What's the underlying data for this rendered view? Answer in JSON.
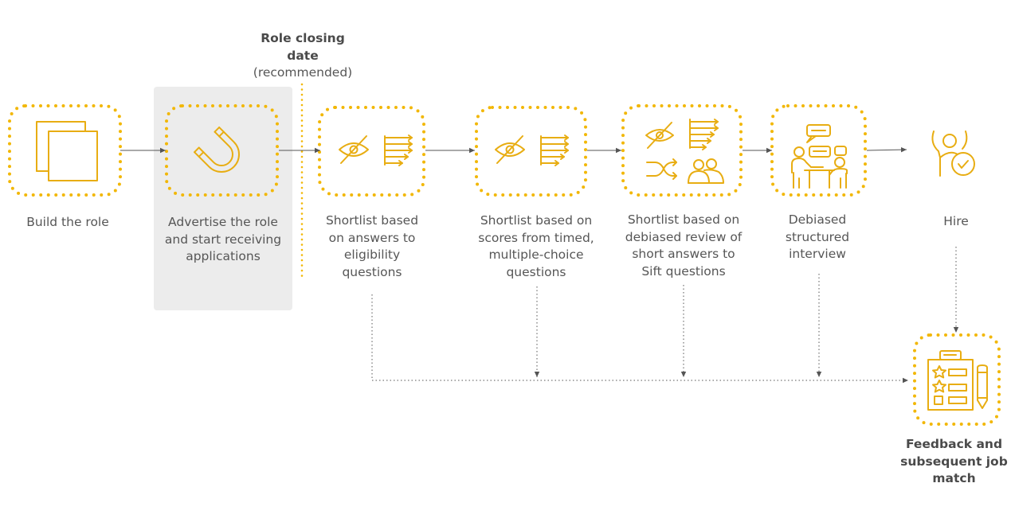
{
  "colors": {
    "accent": "#f2b705",
    "icon": "#e8ad12",
    "text": "#565656",
    "highlight_bg": "#ececec",
    "connector": "#555555"
  },
  "closing_date": {
    "title_line1": "Role closing",
    "title_line2": "date",
    "note": "(recommended)"
  },
  "steps": [
    {
      "lines": [
        "Build the role"
      ],
      "icon": "documents-icon"
    },
    {
      "lines": [
        "Advertise the role",
        "and start receiving",
        "applications"
      ],
      "icon": "magnet-icon"
    },
    {
      "lines": [
        "Shortlist based",
        "on answers to",
        "eligibility",
        "questions"
      ],
      "icon": "blind-sort-icon"
    },
    {
      "lines": [
        "Shortlist based on",
        "scores from timed,",
        "multiple-choice",
        "questions"
      ],
      "icon": "blind-sort-icon"
    },
    {
      "lines": [
        "Shortlist based on",
        "debiased review of",
        "short answers to",
        "Sift questions"
      ],
      "icon": "blind-sort-shuffle-group-icon"
    },
    {
      "lines": [
        "Debiased",
        "structured",
        "interview"
      ],
      "icon": "interview-icon"
    },
    {
      "lines": [
        "Hire"
      ],
      "icon": "hired-person-icon"
    }
  ],
  "feedback": {
    "lines": [
      "Feedback and",
      "subsequent job",
      "match"
    ],
    "icon": "clipboard-rating-icon"
  }
}
